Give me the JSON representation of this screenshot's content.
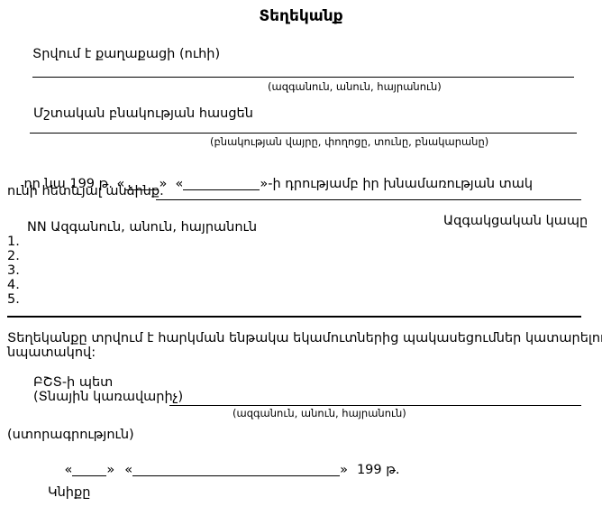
{
  "document": {
    "title": "Տեղեկանք",
    "recipient": {
      "label": "Տրվում է քաղաքացի (ուհի)",
      "caption": "(ազգանուն, անուն, հայրանուն)"
    },
    "address": {
      "label": "Մշտական բնակության հասցեն",
      "caption": "(բնակության վայրը, փողոցը, տունը, բնակարանը)"
    },
    "statement": {
      "part1": "որ նա 199 թ. «",
      "part2": "»  «",
      "part3": "»-ի դրությամբ իր խնամառության տակ",
      "continuation": "ունի հետևյալ անձինք."
    },
    "dependents": {
      "header_left": "NN Ազգանուն, անուն, հայրանուն",
      "header_right": "Ազգակցական կապը",
      "numbers": [
        "1.",
        "2.",
        "3.",
        "4.",
        "5."
      ]
    },
    "purpose": {
      "line1": "Տեղեկանքը տրվում է հարկման ենթակա եկամուտներից պակասեցումներ կատարելու",
      "line2": "նպատակով:"
    },
    "signature": {
      "position_line1": "ԲՇՏ-ի պետ",
      "position_line2": "(Տնային կառավարիչ)",
      "caption": "(ազգանուն, անուն, հայրանուն)",
      "signature_caption": "(ստորագրություն)"
    },
    "date_line": {
      "q1_open": "«",
      "q1_close": "»",
      "q2_open": "«",
      "q2_close": "»",
      "year": "199 թ."
    },
    "seal_label": "Կնիքը"
  }
}
